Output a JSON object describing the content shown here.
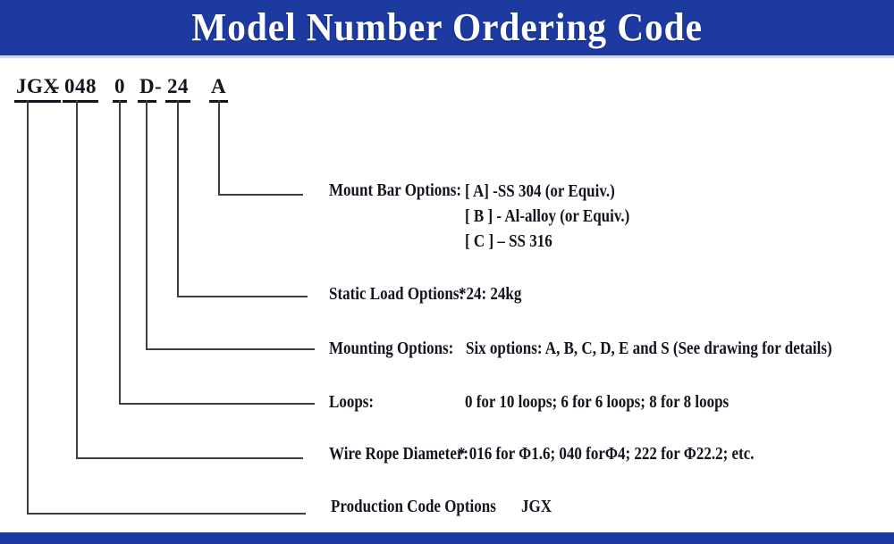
{
  "colors": {
    "banner_blue": "#1c3aa0",
    "rule_light": "#ccd6ee",
    "line_gray": "#3e3e3e",
    "ink": "#14141e"
  },
  "banner": {
    "title": "Model Number Ordering Code"
  },
  "model_code": {
    "full": "JGX-048 0 D-24 A",
    "segments": [
      {
        "text": "JGX"
      },
      {
        "text": "-"
      },
      {
        "text": "048"
      },
      {
        "text": "0"
      },
      {
        "text": "D"
      },
      {
        "text": "-"
      },
      {
        "text": "24"
      },
      {
        "text": "A"
      }
    ]
  },
  "rows": [
    {
      "label": "Mount Bar Options:",
      "value_lines": [
        "[ A] -SS 304 (or Equiv.)",
        "[ B ] - Al-alloy (or Equiv.)",
        "[ C ] – SS 316"
      ]
    },
    {
      "label": "Static Load Options:",
      "value": "*24: 24kg"
    },
    {
      "label": "Mounting Options:",
      "value": "Six options: A, B, C, D, E and S (See drawing for details)"
    },
    {
      "label": "Loops:",
      "value": "0 for 10 loops; 6 for 6 loops; 8 for 8 loops"
    },
    {
      "label": "Wire Rope Diameter:",
      "value": "* 016 for Φ1.6; 040 forΦ4; 222 for Φ22.2; etc."
    },
    {
      "label": "Production Code Options",
      "value": "JGX"
    }
  ]
}
